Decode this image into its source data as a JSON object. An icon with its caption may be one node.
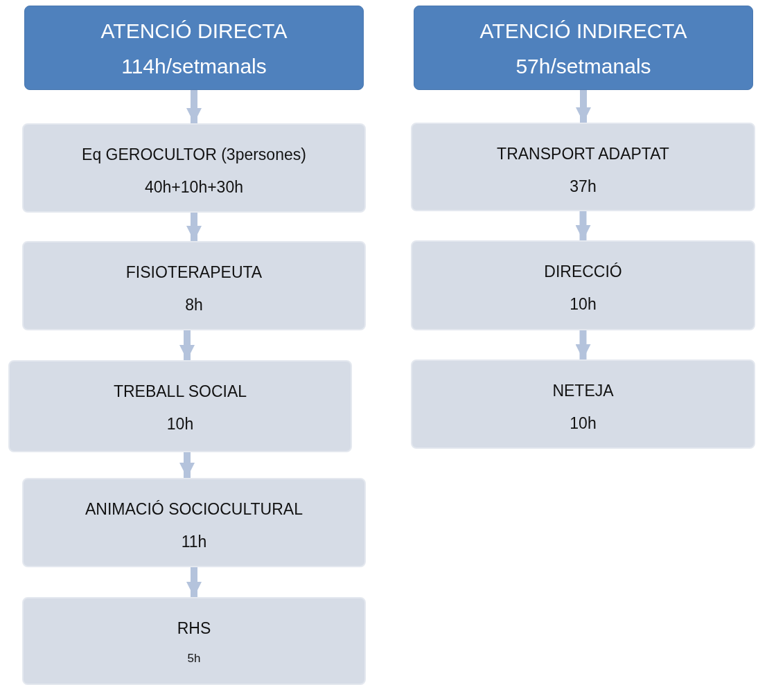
{
  "diagram": {
    "nodes": [
      {
        "text": [
          "ATENCIÓ DIRECTA",
          "114h/setmanals"
        ]
      },
      {
        "text": [
          "ATENCIÓ INDIRECTA",
          "57h/setmanals"
        ]
      },
      {
        "text": [
          "Eq GEROCULTOR (3persones)",
          "40h+10h+30h"
        ]
      },
      {
        "text": [
          "FISIOTERAPEUTA",
          "8h"
        ]
      },
      {
        "text": [
          "TREBALL SOCIAL",
          "10h"
        ]
      },
      {
        "text": [
          "ANIMACIÓ SOCIOCULTURAL",
          "11h"
        ]
      },
      {
        "text": [
          "RHS",
          "5h"
        ]
      },
      {
        "text": [
          "TRANSPORT ADAPTAT",
          "37h"
        ]
      },
      {
        "text": [
          "DIRECCIÓ",
          "10h"
        ]
      },
      {
        "text": [
          "NETEJA",
          "10h"
        ]
      }
    ],
    "edges": [
      {
        "from": 0,
        "to": 2,
        "arrow": "to"
      },
      {
        "from": 2,
        "to": 3,
        "arrow": "to"
      },
      {
        "from": 3,
        "to": 4,
        "arrow": "to"
      },
      {
        "from": 4,
        "to": 5,
        "arrow": "to"
      },
      {
        "from": 5,
        "to": 6,
        "arrow": "to"
      },
      {
        "from": 1,
        "to": 7,
        "arrow": "to"
      },
      {
        "from": 7,
        "to": 8,
        "arrow": "to"
      },
      {
        "from": 8,
        "to": 9,
        "arrow": "to"
      }
    ]
  }
}
